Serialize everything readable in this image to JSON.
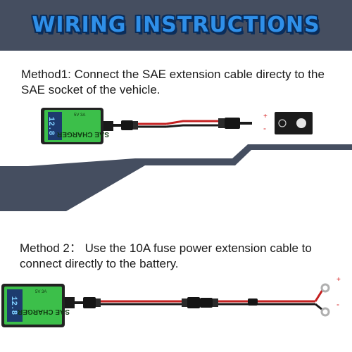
{
  "title": "WIRING INSTRUCTIONS",
  "method1": {
    "text": "Method1: Connect the SAE extension cable directy to the SAE socket of the vehicle."
  },
  "method2": {
    "text": "Method 2： Use the 10A fuse power extension cable to connect directly to the battery."
  },
  "charger": {
    "label": "SAE CHARGER",
    "display": "12.8",
    "tag": "5V 3A"
  },
  "polarity": {
    "plus": "+",
    "minus": "-"
  },
  "colors": {
    "background_dark": "#454e60",
    "background_light": "#ffffff",
    "title_fill": "#2f8fe8",
    "title_outline": "#0b2d5a",
    "charger_green": "#3cbf4a",
    "wire_red": "#c42020",
    "wire_black": "#1a1a1a",
    "polarity_red": "#d62020"
  }
}
